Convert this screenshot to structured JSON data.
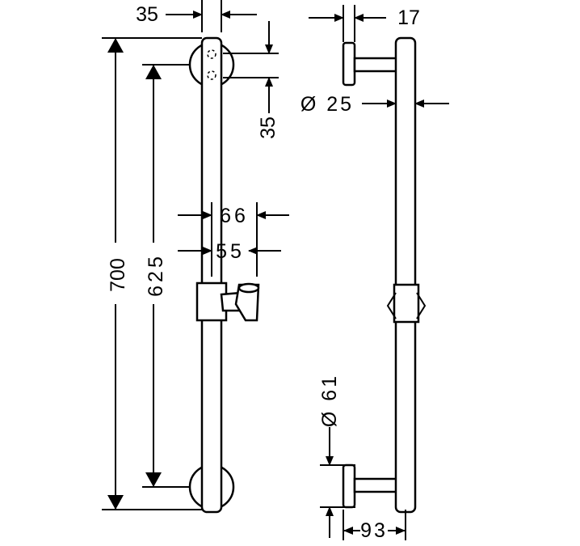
{
  "drawing": {
    "front_view": {
      "overall_height": "700",
      "mount_spacing": "625",
      "top_offset": "35",
      "rod_offset": "35",
      "slider_width_outer": "66",
      "slider_width_inner": "55"
    },
    "side_view": {
      "mount_thickness": "17",
      "rod_diameter": "Ø 25",
      "flange_diameter": "Ø 61",
      "projection": "93"
    }
  }
}
